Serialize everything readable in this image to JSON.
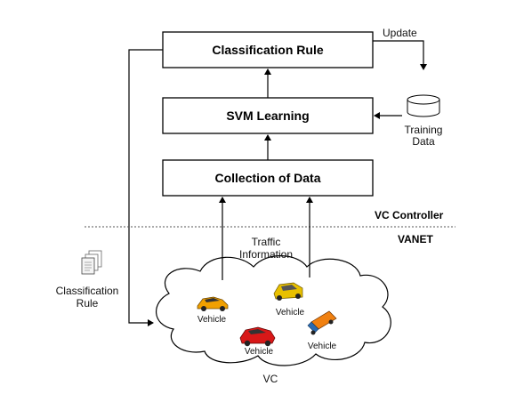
{
  "boxes": {
    "classification_rule": "Classification Rule",
    "svm_learning": "SVM Learning",
    "collection_of_data": "Collection of Data"
  },
  "labels": {
    "update": "Update",
    "training_data_line1": "Training",
    "training_data_line2": "Data",
    "vc_controller": "VC Controller",
    "vanet": "VANET",
    "traffic_line1": "Traffic",
    "traffic_line2": "Information",
    "classification_rule_line1": "Classification",
    "classification_rule_line2": "Rule",
    "vc": "VC"
  },
  "vehicles": [
    {
      "label": "Vehicle",
      "color": "#f0a000",
      "icon": "sports-car-icon"
    },
    {
      "label": "Vehicle",
      "color": "#e8c000",
      "icon": "taxi-icon"
    },
    {
      "label": "Vehicle",
      "color": "#d81818",
      "icon": "red-car-icon"
    },
    {
      "label": "Vehicle",
      "color": "#f08010",
      "icon": "truck-icon"
    }
  ]
}
